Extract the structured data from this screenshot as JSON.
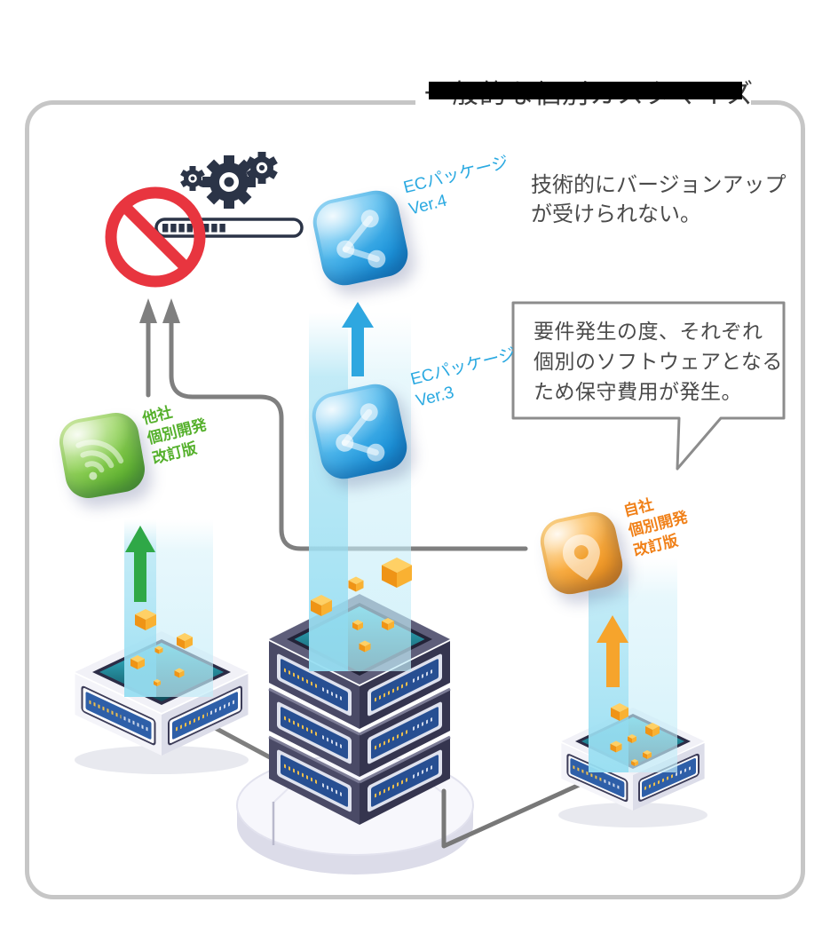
{
  "title": "一般的な個別カスタマイズ",
  "notes": {
    "version_up": "技術的にバージョンアップ\nが受けられない。",
    "maintenance": "要件発生の度、それぞれ\n個別のソフトウェアとなる\nため保守費用が発生。"
  },
  "packages": {
    "ec_ver4": {
      "label": "ECパッケージ\nVer.4",
      "icon": "share-icon",
      "color": "#2aa9e1"
    },
    "ec_ver3": {
      "label": "ECパッケージ\nVer.3",
      "icon": "share-icon",
      "color": "#2aa9e1"
    },
    "other_company": {
      "label": "他社\n個別開発\n改訂版",
      "icon": "wifi-icon",
      "color": "#55b02c"
    },
    "own_company": {
      "label": "自社\n個別開発\n改訂版",
      "icon": "location-pin-icon",
      "color": "#f08018"
    }
  },
  "colors": {
    "border": "#c6c6c6",
    "prohibition_red": "#e8353f",
    "gear_navy": "#2b3447",
    "arrow_gray": "#7f7f7f",
    "arrow_blue": "#2ea7e0",
    "arrow_green": "#2fa847",
    "arrow_orange": "#f6a42c",
    "beam_cyan": "#9adef2",
    "server_dark": "#3b3b56",
    "panel_blue": "#2a5aa8",
    "cube_orange": "#f9b132",
    "teal_top": "#1d8a9c"
  }
}
